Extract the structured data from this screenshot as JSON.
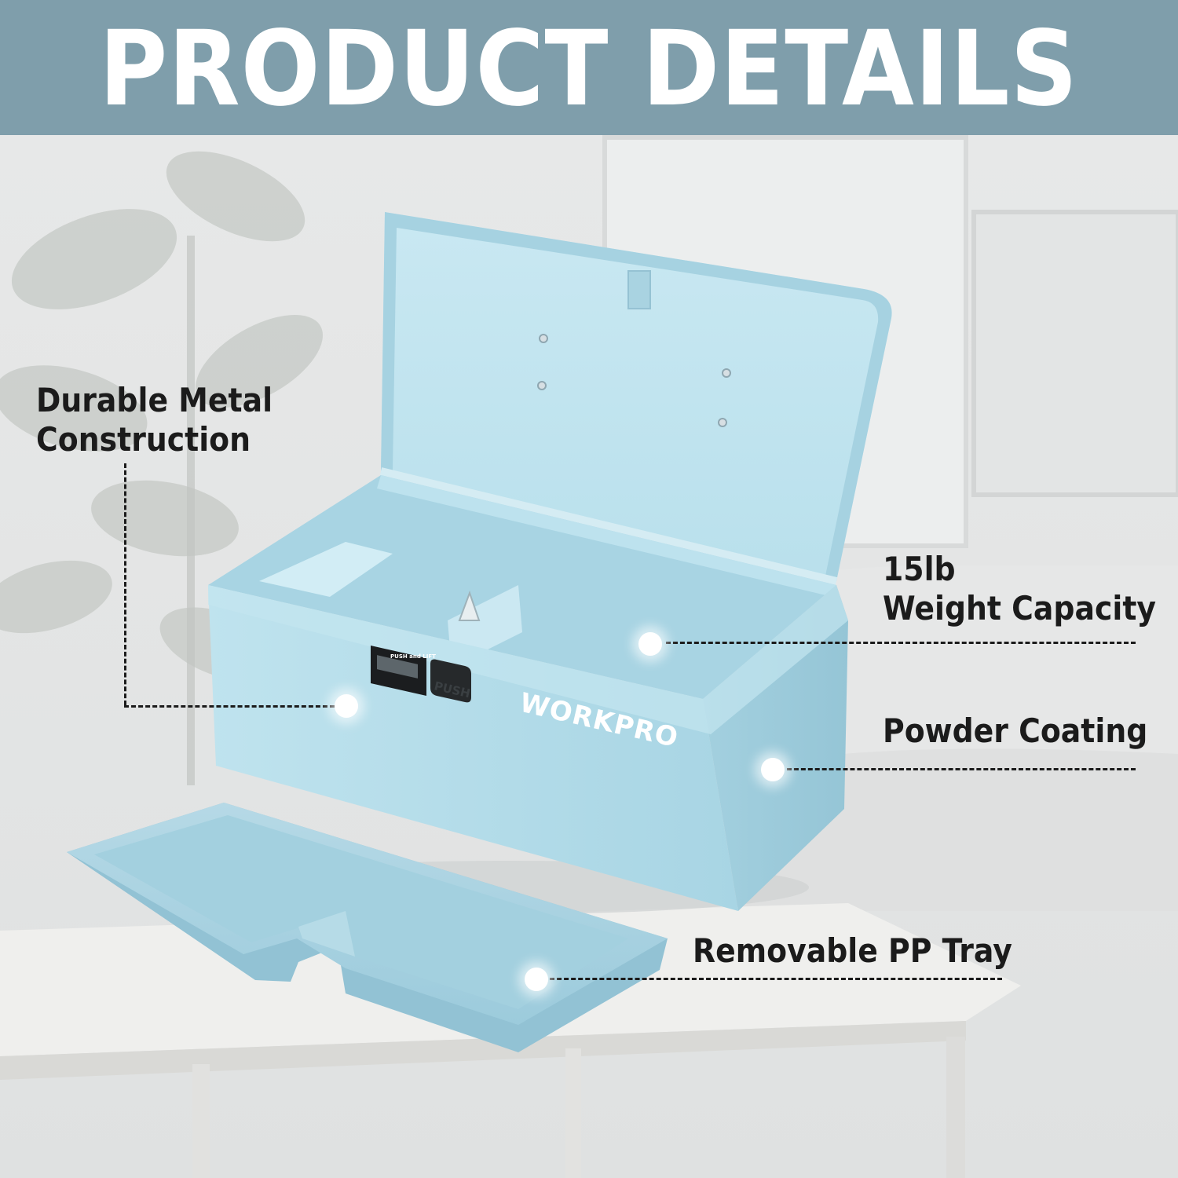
{
  "header": {
    "title": "PRODUCT DETAILS"
  },
  "product": {
    "brand": "WORKPRO",
    "push_button": "PUSH",
    "sticker_text": "PUSH and LIFT"
  },
  "callouts": {
    "durable_line1": "Durable Metal",
    "durable_line2": "Construction",
    "capacity_line1": "15lb",
    "capacity_line2": "Weight Capacity",
    "coating": "Powder Coating",
    "tray": "Removable PP Tray"
  },
  "colors": {
    "header_band": "#7f9eab",
    "box_blue": "#b4dbe8",
    "label_text": "#1b1b1b"
  }
}
